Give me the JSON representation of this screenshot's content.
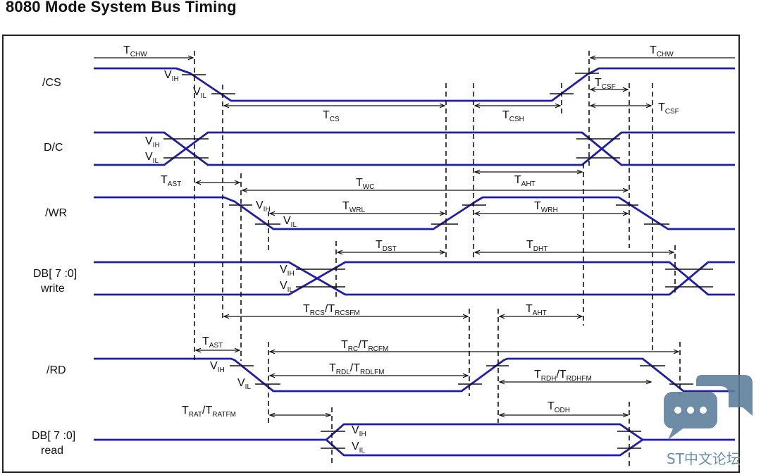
{
  "title": "8080 Mode System Bus Timing",
  "signals": {
    "cs": "/CS",
    "dc": "D/C",
    "wr": "/WR",
    "db_write_1": "DB[ 7 :0]",
    "db_write_2": "write",
    "rd": "/RD",
    "db_read_1": "DB[ 7 :0]",
    "db_read_2": "read"
  },
  "levels": {
    "v": "V",
    "ih": "IH",
    "il": "IL"
  },
  "timings": [
    {
      "key": "tchw_l",
      "main": "T",
      "sub": "CHW"
    },
    {
      "key": "tchw_r",
      "main": "T",
      "sub": "CHW"
    },
    {
      "key": "tcs",
      "main": "T",
      "sub": "CS"
    },
    {
      "key": "tcsh",
      "main": "T",
      "sub": "CSH"
    },
    {
      "key": "tcsf_1",
      "main": "T",
      "sub": "CSF"
    },
    {
      "key": "tcsf_2",
      "main": "T",
      "sub": "CSF"
    },
    {
      "key": "tast_1",
      "main": "T",
      "sub": "AST"
    },
    {
      "key": "twc",
      "main": "T",
      "sub": "WC"
    },
    {
      "key": "taht_1",
      "main": "T",
      "sub": "AHT"
    },
    {
      "key": "twrl",
      "main": "T",
      "sub": "WRL"
    },
    {
      "key": "twrh",
      "main": "T",
      "sub": "WRH"
    },
    {
      "key": "tdst",
      "main": "T",
      "sub": "DST"
    },
    {
      "key": "tdht",
      "main": "T",
      "sub": "DHT"
    },
    {
      "key": "trcs",
      "main": "T",
      "sub": "RCS",
      "main2": "/T",
      "sub2": "RCSFM"
    },
    {
      "key": "taht_2",
      "main": "T",
      "sub": "AHT"
    },
    {
      "key": "tast_2",
      "main": "T",
      "sub": "AST"
    },
    {
      "key": "trc",
      "main": "T",
      "sub": "RC",
      "main2": "/T",
      "sub2": "RCFM"
    },
    {
      "key": "trdl",
      "main": "T",
      "sub": "RDL",
      "main2": "/T",
      "sub2": "RDLFM"
    },
    {
      "key": "trdh",
      "main": "T",
      "sub": "RDH",
      "main2": "/T",
      "sub2": "RDHFM"
    },
    {
      "key": "trat",
      "main": "T",
      "sub": "RAT",
      "main2": "/T",
      "sub2": "RATFM"
    },
    {
      "key": "todh",
      "main": "T",
      "sub": "ODH"
    }
  ],
  "watermark": {
    "text": "ST中文论坛",
    "icon": "chat-bubbles-icon"
  },
  "colors": {
    "signal": "#1e1ea8",
    "ink": "#111111",
    "frame": "#222222",
    "watermark": "#5b7d99"
  }
}
